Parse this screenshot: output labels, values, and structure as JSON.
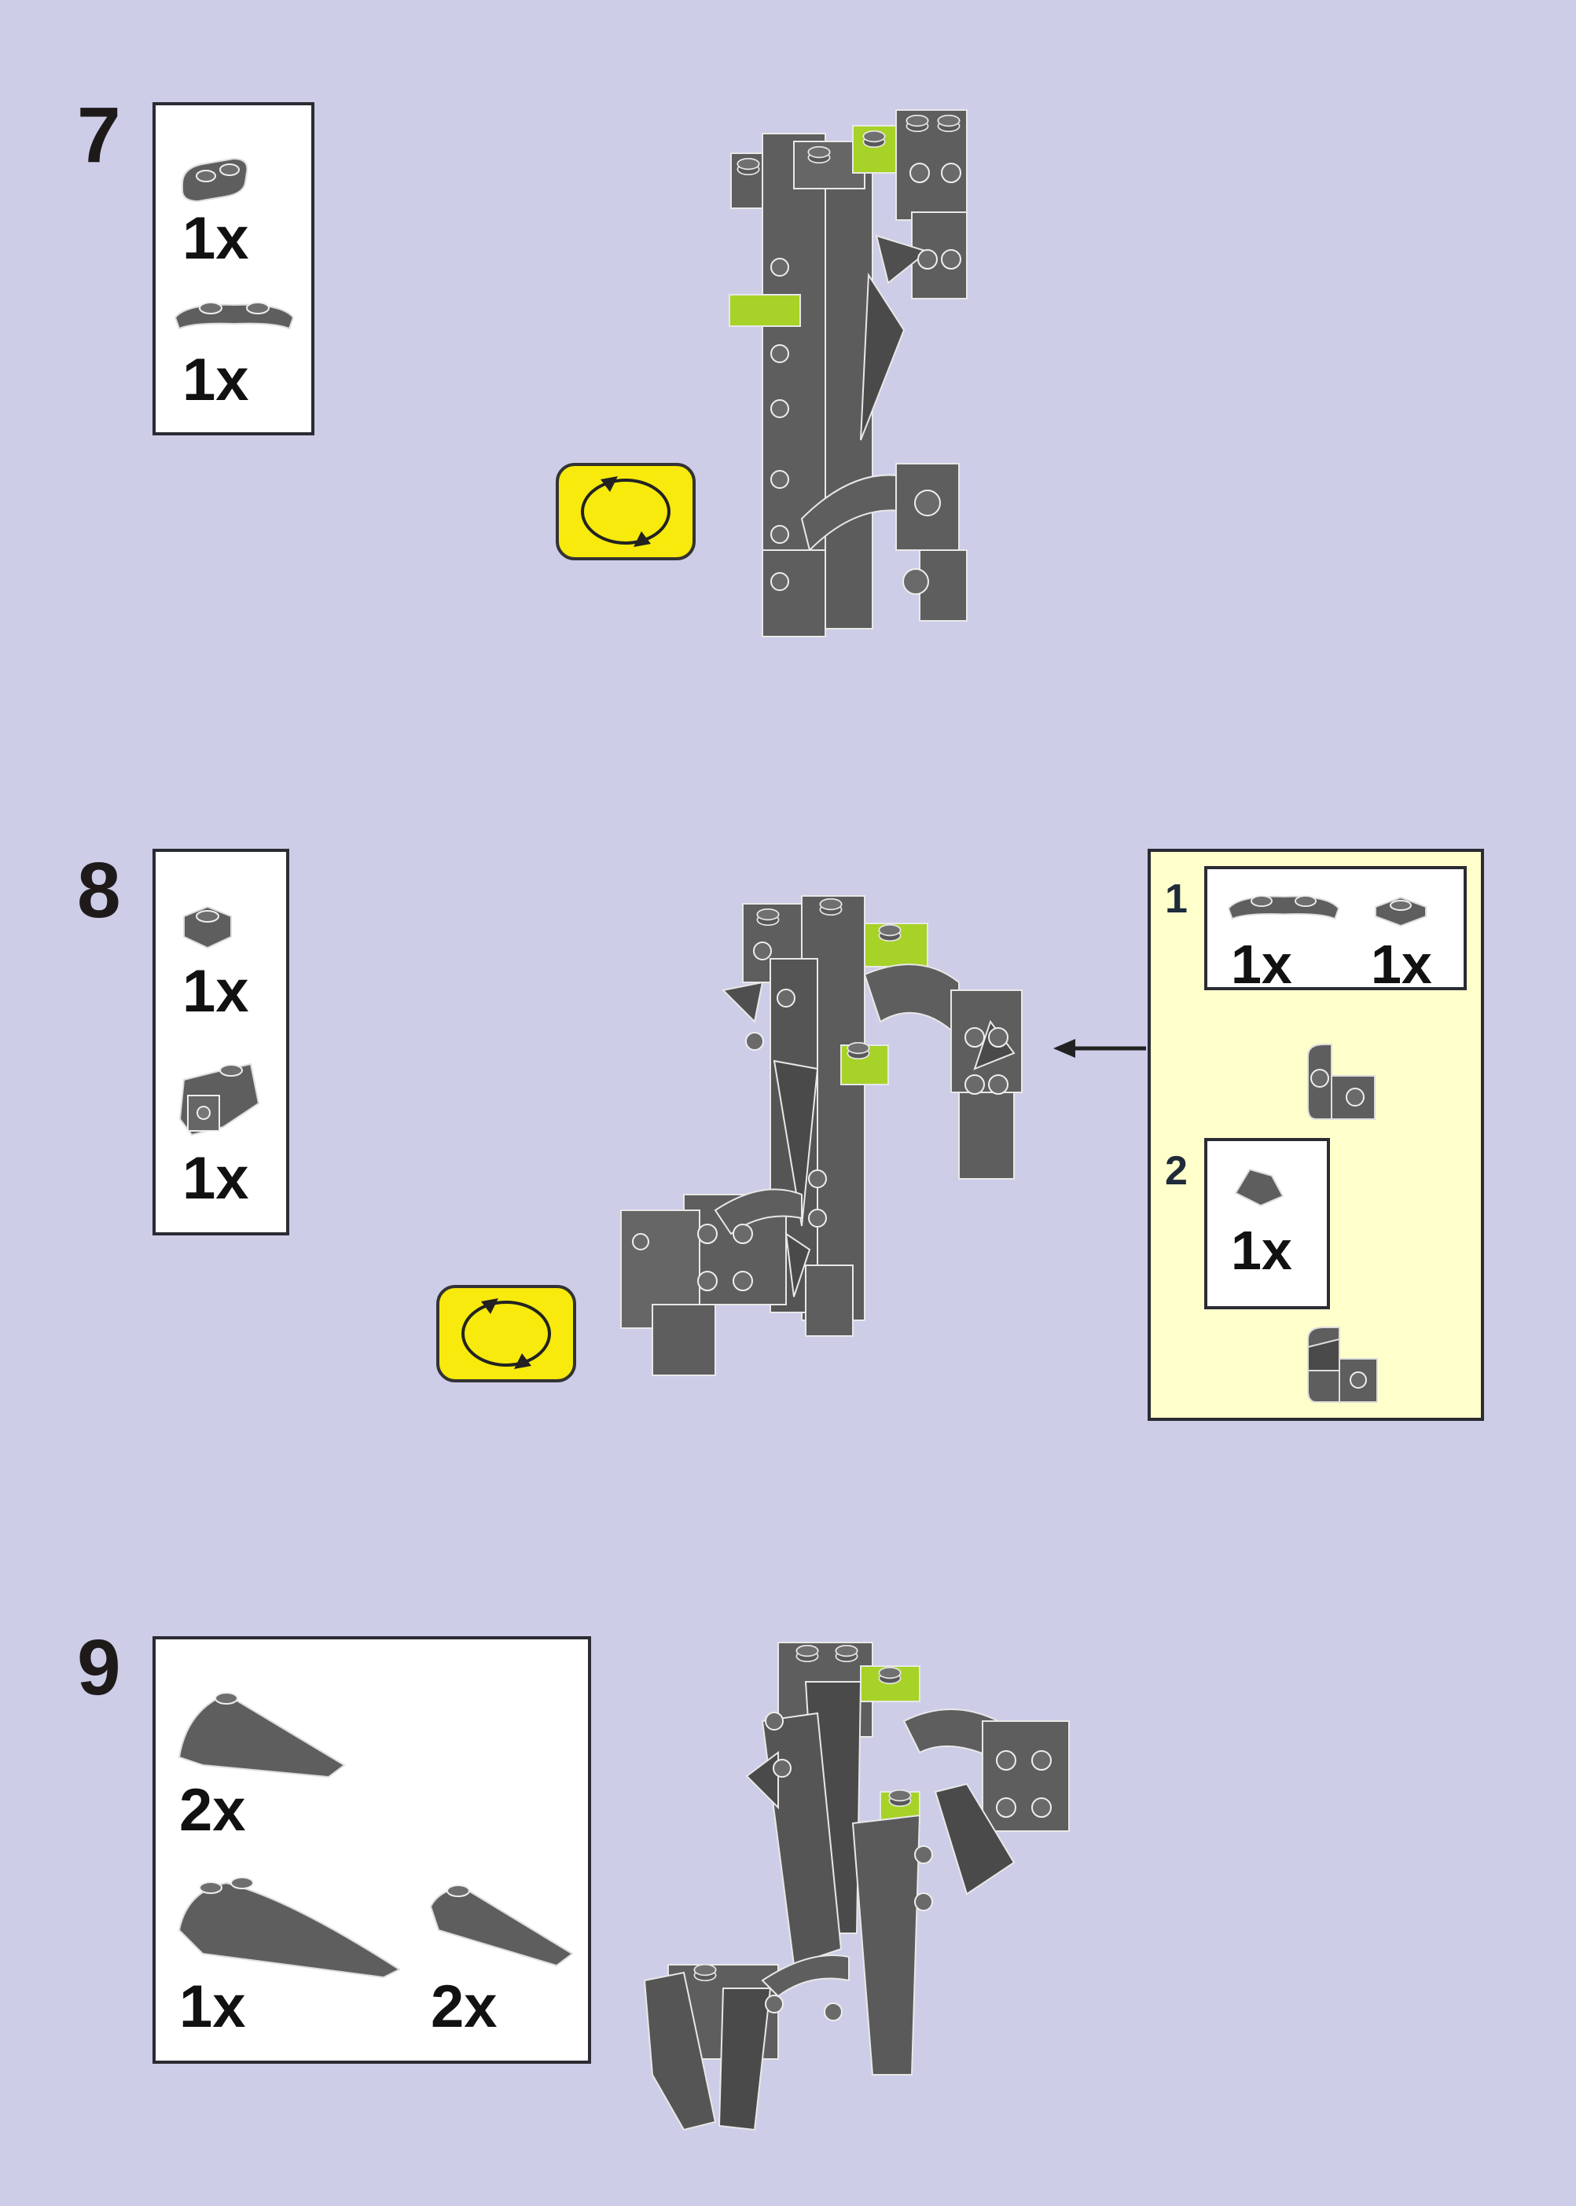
{
  "steps": [
    {
      "number": "7",
      "parts": [
        {
          "icon": "plate-1x2-rounded-icon",
          "qty": "1x"
        },
        {
          "icon": "plate-curved-icon",
          "qty": "1x"
        }
      ]
    },
    {
      "number": "8",
      "parts": [
        {
          "icon": "plate-1x1-icon",
          "qty": "1x"
        },
        {
          "icon": "bracket-icon",
          "qty": "1x"
        }
      ],
      "subassembly": {
        "steps": [
          {
            "number": "1",
            "parts": [
              {
                "icon": "plate-curved-icon",
                "qty": "1x"
              },
              {
                "icon": "plate-1x1-icon",
                "qty": "1x"
              }
            ]
          },
          {
            "number": "2",
            "parts": [
              {
                "icon": "slope-1x1-icon",
                "qty": "1x"
              }
            ]
          }
        ]
      }
    },
    {
      "number": "9",
      "parts": [
        {
          "icon": "wedge-small-icon",
          "qty": "2x"
        },
        {
          "icon": "wedge-long-icon",
          "qty": "1x"
        },
        {
          "icon": "slope-curved-icon",
          "qty": "2x"
        }
      ]
    }
  ],
  "colors": {
    "background": "#cdcde8",
    "brick_gray": "#5e5e5e",
    "brick_lime": "#a7d228",
    "rotate_badge": "#f7ea0c",
    "subassembly_panel": "#ffffcc"
  }
}
